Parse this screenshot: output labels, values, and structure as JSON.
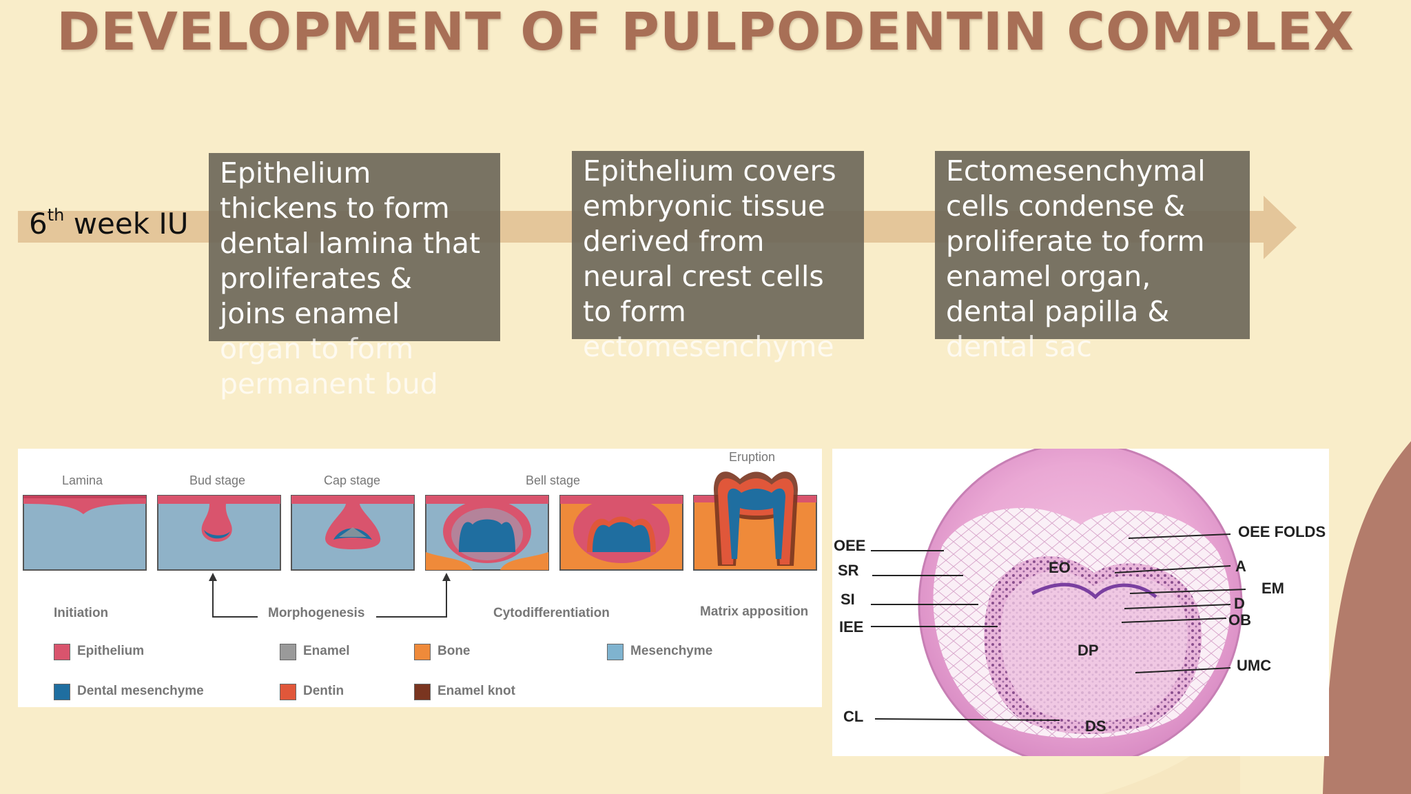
{
  "title": "DEVELOPMENT OF PULPODENTIN COMPLEX",
  "timeline": {
    "week_number": "6",
    "week_suffix": "th",
    "week_rest": " week IU",
    "boxes": [
      {
        "visible": "Epithelium\nthickens to form\ndental lamina that\nproliferates &\njoins enamel",
        "spill": "organ to form\npermanent bud"
      },
      {
        "visible": "Epithelium covers\nembryonic tissue\nderived from\nneural crest cells\nto form",
        "spill": "ectomesenchyme"
      },
      {
        "visible": "Ectomesenchymal\ncells condense &\nproliferate to form\nenamel organ,\ndental papilla &",
        "spill": "dental sac"
      }
    ]
  },
  "stages_diagram": {
    "top_labels": [
      "Lamina",
      "Bud stage",
      "Cap stage",
      "Bell stage",
      "Eruption"
    ],
    "phase_labels": [
      "Initiation",
      "Morphogenesis",
      "Cytodifferentiation",
      "Matrix apposition"
    ],
    "legend": [
      {
        "label": "Epithelium",
        "color": "#d9546d"
      },
      {
        "label": "Enamel",
        "color": "#9a9a9a"
      },
      {
        "label": "Bone",
        "color": "#ef8a3a"
      },
      {
        "label": "Mesenchyme",
        "color": "#7fb3cf"
      },
      {
        "label": "Dental mesenchyme",
        "color": "#1f6ea0"
      },
      {
        "label": "Dentin",
        "color": "#e0573a"
      },
      {
        "label": "Enamel knot",
        "color": "#7a3520"
      }
    ],
    "colors": {
      "mesenchyme": "#8fb2c8",
      "epithelium": "#d9546d",
      "dental_mesenchyme": "#1f6ea0",
      "bone": "#ef8a3a",
      "dentin": "#e0573a",
      "enamel": "#9a9a9a"
    }
  },
  "histology": {
    "left_labels": [
      "OEE",
      "SR",
      "SI",
      "IEE",
      "CL"
    ],
    "right_labels": [
      "OEE FOLDS",
      "A",
      "EM",
      "D",
      "OB",
      "UMC"
    ],
    "inner_labels": [
      "EO",
      "DP",
      "DS"
    ]
  },
  "theme": {
    "background": "#f9edc9",
    "accent": "#a86f56",
    "corner": "#b37c6b",
    "arrow": "#e4c69a",
    "box": "#6a6558"
  }
}
